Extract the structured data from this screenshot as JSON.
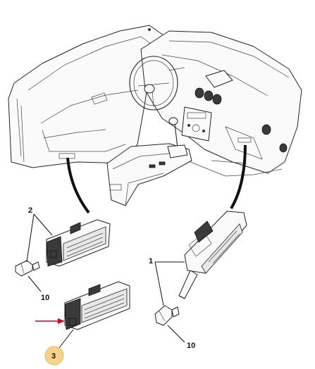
{
  "callouts": {
    "courtesy_lamp_front": "2",
    "bulb_left": "10",
    "footwell_lamp_alt": "3",
    "glovebox_lamp": "1",
    "bulb_right": "10"
  },
  "colors": {
    "highlight_badge": "#f5d48a",
    "arrow": "#d0021b",
    "line": "#222222"
  }
}
